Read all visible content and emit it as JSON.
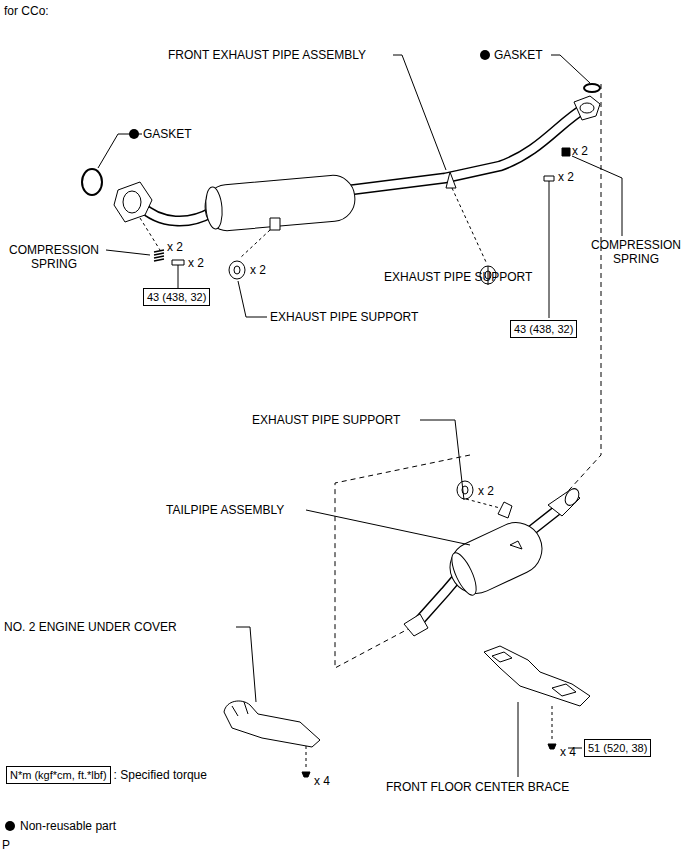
{
  "diagram": {
    "nodes": [
      {
        "text": [
          "43 (438, 32)"
        ]
      },
      {
        "text": [
          "43 (438, 32)"
        ]
      },
      {
        "text": [
          "51 (520, 38)"
        ]
      },
      {
        "text": [
          "N*m (kgf*cm, ft.*lbf)",
          ": Specified torque"
        ]
      }
    ],
    "edges": [],
    "labels": [
      "for CCo:",
      "FRONT EXHAUST PIPE ASSEMBLY",
      "GASKET",
      "x 2",
      "x 2",
      "GASKET",
      "COMPRESSION SPRING",
      "x 2",
      "x 2",
      "COMPRESSION SPRING",
      "EXHAUST PIPE SUPPORT",
      "x 2",
      "EXHAUST PIPE SUPPORT",
      "EXHAUST PIPE SUPPORT",
      "x 2",
      "TAILPIPE ASSEMBLY",
      "NO. 2 ENGINE UNDER COVER",
      "x 4",
      "x 4",
      "FRONT FLOOR CENTER BRACE",
      "P"
    ],
    "legend": [
      {
        "text": "Non-reusable part"
      }
    ]
  }
}
